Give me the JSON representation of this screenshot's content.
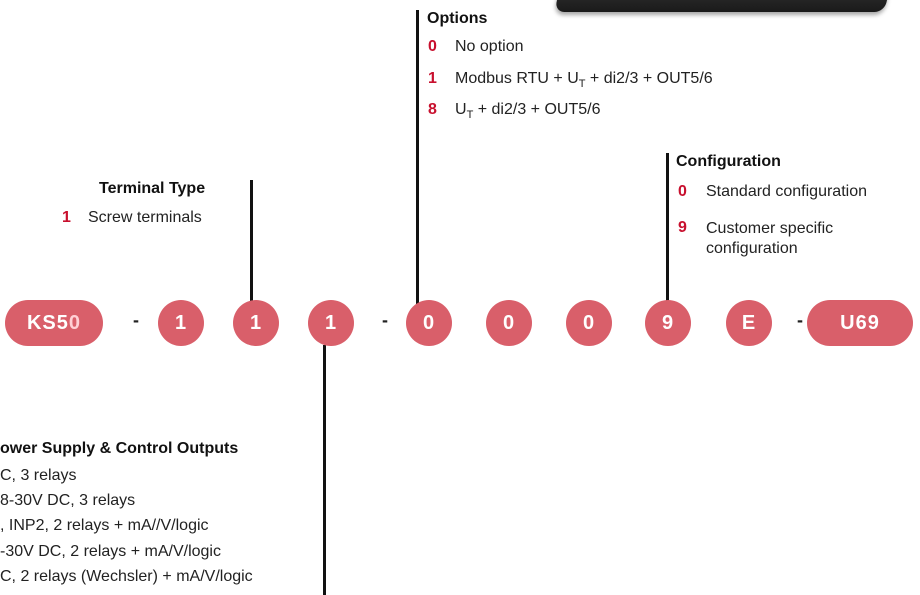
{
  "options": {
    "heading": "Options",
    "items": [
      {
        "code": "0",
        "text": "No option"
      },
      {
        "code": "1",
        "text_pre": "Modbus RTU + U",
        "sub": "T",
        "text_post": " + di2/3 + OUT5/6"
      },
      {
        "code": "8",
        "text_pre": "U",
        "sub": "T",
        "text_post": " + di2/3 + OUT5/6"
      }
    ]
  },
  "configuration": {
    "heading": "Configuration",
    "items": [
      {
        "code": "0",
        "text": "Standard configuration"
      },
      {
        "code": "9",
        "line1": "Customer specific",
        "line2": "configuration"
      }
    ]
  },
  "terminal": {
    "heading": "Terminal Type",
    "items": [
      {
        "code": "1",
        "text": "Screw terminals"
      }
    ]
  },
  "power": {
    "heading": "ower Supply & Control Outputs",
    "items": [
      {
        "text": "C, 3 relays"
      },
      {
        "text": "8-30V DC, 3 relays"
      },
      {
        "text": ", INP2, 2 relays + mA//V/logic"
      },
      {
        "text": "-30V DC, 2 relays + mA/V/logic"
      },
      {
        "text": "C, 2 relays (Wechsler) + mA/V/logic"
      }
    ]
  },
  "code_row": {
    "prefix_main": "KS5",
    "prefix_digit": "0",
    "digits": [
      "1",
      "1",
      "1",
      "0",
      "0",
      "0",
      "9",
      "E"
    ],
    "suffix": "U69",
    "separator": "-"
  },
  "colors": {
    "pill": "#d95f6a",
    "code_text": "#c8102e",
    "line": "#111111"
  }
}
